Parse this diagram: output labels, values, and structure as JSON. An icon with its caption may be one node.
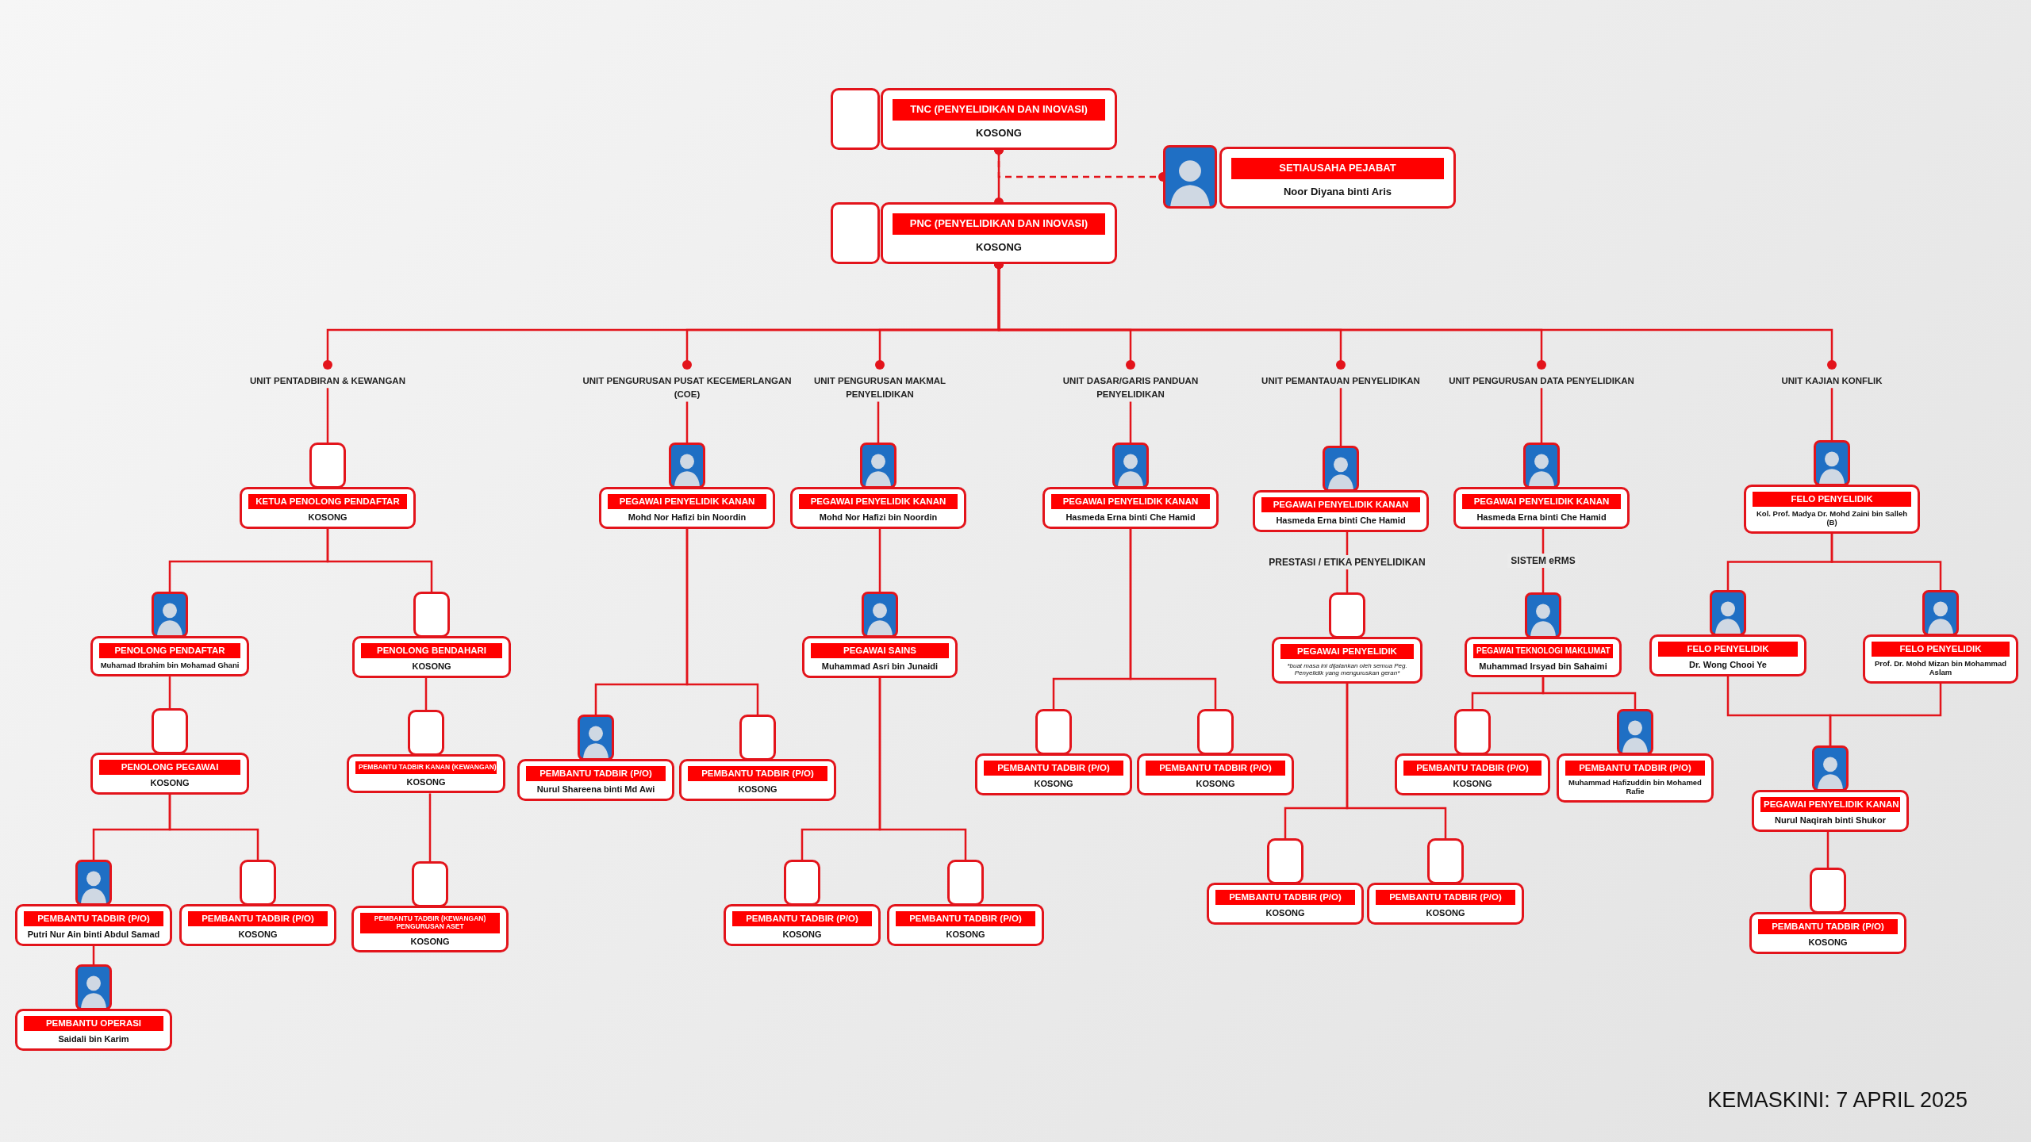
{
  "diagram": {
    "nodes": [
      {
        "text": [],
        "shape": "box"
      },
      {
        "text": [
          "TNC (PENYELIDIKAN DAN INOVASI)",
          "KOSONG"
        ]
      },
      {
        "text": [],
        "shape": "picture"
      },
      {
        "text": [
          "SETIAUSAHA PEJABAT",
          "Noor Diyana binti Aris"
        ]
      },
      {
        "text": [],
        "shape": "box"
      },
      {
        "text": [
          "PNC (PENYELIDIKAN DAN INOVASI)",
          "KOSONG"
        ]
      },
      {
        "text": [
          "UNIT PENTADBIRAN & KEWANGAN"
        ]
      },
      {
        "text": [
          "UNIT PENGURUSAN PUSAT KECEMERLANGAN (COE)"
        ]
      },
      {
        "text": [
          "UNIT PENGURUSAN MAKMAL PENYELIDIKAN"
        ]
      },
      {
        "text": [
          "UNIT DASAR/GARIS PANDUAN PENYELIDIKAN"
        ]
      },
      {
        "text": [
          "UNIT PEMANTAUAN PENYELIDIKAN"
        ]
      },
      {
        "text": [
          "UNIT PENGURUSAN DATA PENYELIDIKAN"
        ]
      },
      {
        "text": [
          "UNIT KAJIAN KONFLIK"
        ]
      },
      {
        "text": [],
        "shape": "box"
      },
      {
        "text": [
          "KETUA PENOLONG PENDAFTAR",
          "KOSONG"
        ]
      },
      {
        "text": [],
        "shape": "picture"
      },
      {
        "text": [
          "PENOLONG PENDAFTAR",
          "Muhamad Ibrahim bin Mohamad Ghani"
        ]
      },
      {
        "text": [],
        "shape": "box"
      },
      {
        "text": [
          "PENOLONG BENDAHARI",
          "KOSONG"
        ]
      },
      {
        "text": [],
        "shape": "box"
      },
      {
        "text": [
          "PENOLONG PEGAWAI",
          "KOSONG"
        ]
      },
      {
        "text": [],
        "shape": "box"
      },
      {
        "text": [
          "PEMBANTU TADBIR KANAN (KEWANGAN)",
          "KOSONG"
        ]
      },
      {
        "text": [],
        "shape": "picture"
      },
      {
        "text": [
          "PEMBANTU TADBIR (P/O)",
          "Putri Nur Ain binti Abdul Samad"
        ]
      },
      {
        "text": [],
        "shape": "box"
      },
      {
        "text": [
          "PEMBANTU TADBIR (P/O)",
          "KOSONG"
        ]
      },
      {
        "text": [],
        "shape": "box"
      },
      {
        "text": [
          "PEMBANTU TADBIR (KEWANGAN) PENGURUSAN ASET",
          "KOSONG"
        ]
      },
      {
        "text": [],
        "shape": "picture"
      },
      {
        "text": [
          "PEMBANTU OPERASI",
          "Saidali bin Karim"
        ]
      },
      {
        "text": [],
        "shape": "picture"
      },
      {
        "text": [
          "PEGAWAI PENYELIDIK KANAN",
          "Mohd Nor Hafizi bin Noordin"
        ]
      },
      {
        "text": [],
        "shape": "picture"
      },
      {
        "text": [
          "PEMBANTU TADBIR (P/O)",
          "Nurul Shareena binti Md Awi"
        ]
      },
      {
        "text": [],
        "shape": "box"
      },
      {
        "text": [
          "PEMBANTU TADBIR (P/O)",
          "KOSONG"
        ]
      },
      {
        "text": [],
        "shape": "picture"
      },
      {
        "text": [
          "PEGAWAI PENYELIDIK KANAN",
          "Mohd Nor Hafizi bin Noordin"
        ]
      },
      {
        "text": [],
        "shape": "picture"
      },
      {
        "text": [
          "PEGAWAI SAINS",
          "Muhammad Asri bin Junaidi"
        ]
      },
      {
        "text": [],
        "shape": "box"
      },
      {
        "text": [
          "PEMBANTU TADBIR (P/O)",
          "KOSONG"
        ]
      },
      {
        "text": [],
        "shape": "box"
      },
      {
        "text": [
          "PEMBANTU TADBIR (P/O)",
          "KOSONG"
        ]
      },
      {
        "text": [],
        "shape": "picture"
      },
      {
        "text": [
          "PEGAWAI PENYELIDIK KANAN",
          "Hasmeda Erna binti Che Hamid"
        ]
      },
      {
        "text": [],
        "shape": "box"
      },
      {
        "text": [
          "PEMBANTU TADBIR (P/O)",
          "KOSONG"
        ]
      },
      {
        "text": [],
        "shape": "box"
      },
      {
        "text": [
          "PEMBANTU TADBIR (P/O)",
          "KOSONG"
        ]
      },
      {
        "text": [],
        "shape": "picture"
      },
      {
        "text": [
          "PEGAWAI PENYELIDIK KANAN",
          "Hasmeda Erna binti Che Hamid"
        ]
      },
      {
        "text": [],
        "shape": "box"
      },
      {
        "text": [
          "PEGAWAI PENYELIDIK",
          "*buat masa ini dijalankan oleh semua Peg. Penyelidik yang menguruskan geran*"
        ]
      },
      {
        "text": [],
        "shape": "box"
      },
      {
        "text": [
          "PEMBANTU TADBIR (P/O)",
          "KOSONG"
        ]
      },
      {
        "text": [],
        "shape": "box"
      },
      {
        "text": [
          "PEMBANTU TADBIR (P/O)",
          "KOSONG"
        ]
      },
      {
        "text": [],
        "shape": "picture"
      },
      {
        "text": [
          "PEGAWAI PENYELIDIK KANAN",
          "Hasmeda Erna binti Che Hamid"
        ]
      },
      {
        "text": [],
        "shape": "picture"
      },
      {
        "text": [
          "PEGAWAI TEKNOLOGI MAKLUMAT",
          "Muhammad Irsyad bin Sahaimi"
        ]
      },
      {
        "text": [],
        "shape": "box"
      },
      {
        "text": [
          "PEMBANTU TADBIR (P/O)",
          "KOSONG"
        ]
      },
      {
        "text": [],
        "shape": "picture"
      },
      {
        "text": [
          "PEMBANTU TADBIR (P/O)",
          "Muhammad Hafizuddin bin Mohamed Rafie"
        ]
      },
      {
        "text": [],
        "shape": "picture"
      },
      {
        "text": [
          "FELO PENYELIDIK",
          "Kol. Prof. Madya Dr. Mohd Zaini bin Salleh (B)"
        ]
      },
      {
        "text": [],
        "shape": "picture"
      },
      {
        "text": [
          "FELO PENYELIDIK",
          "Dr. Wong Chooi Ye"
        ]
      },
      {
        "text": [],
        "shape": "picture"
      },
      {
        "text": [
          "FELO PENYELIDIK",
          "Prof. Dr. Mohd Mizan bin Mohammad Aslam"
        ]
      },
      {
        "text": [],
        "shape": "picture"
      },
      {
        "text": [
          "PEGAWAI PENYELIDIK KANAN",
          "Nurul Naqirah binti Shukor"
        ]
      },
      {
        "text": [],
        "shape": "box"
      },
      {
        "text": [
          "PEMBANTU TADBIR (P/O)",
          "KOSONG"
        ]
      }
    ],
    "edges": [
      {
        "from": 1,
        "to": 5,
        "arrow": "other"
      },
      {
        "from": 1,
        "to": 2,
        "arrow": "other",
        "style": "dashed"
      },
      {
        "from": 5,
        "to": 6,
        "arrow": "other"
      },
      {
        "from": 5,
        "to": 7,
        "arrow": "other"
      },
      {
        "from": 5,
        "to": 8,
        "arrow": "other"
      },
      {
        "from": 5,
        "to": 9,
        "arrow": "other"
      },
      {
        "from": 5,
        "to": 10,
        "arrow": "other"
      },
      {
        "from": 5,
        "to": 11,
        "arrow": "other"
      },
      {
        "from": 5,
        "to": 12,
        "arrow": "other"
      },
      {
        "from": 6,
        "to": 13,
        "arrow": "none"
      },
      {
        "from": 14,
        "to": 15,
        "arrow": "none"
      },
      {
        "from": 14,
        "to": 17,
        "arrow": "none"
      },
      {
        "from": 16,
        "to": 19,
        "arrow": "none"
      },
      {
        "from": 18,
        "to": 21,
        "arrow": "none"
      },
      {
        "from": 20,
        "to": 23,
        "arrow": "none"
      },
      {
        "from": 20,
        "to": 25,
        "arrow": "none"
      },
      {
        "from": 22,
        "to": 27,
        "arrow": "none"
      },
      {
        "from": 24,
        "to": 29,
        "arrow": "none"
      },
      {
        "from": 7,
        "to": 31,
        "arrow": "none"
      },
      {
        "from": 32,
        "to": 33,
        "arrow": "none"
      },
      {
        "from": 32,
        "to": 35,
        "arrow": "none"
      },
      {
        "from": 8,
        "to": 37,
        "arrow": "none"
      },
      {
        "from": 38,
        "to": 39,
        "arrow": "none"
      },
      {
        "from": 40,
        "to": 41,
        "arrow": "none"
      },
      {
        "from": 40,
        "to": 43,
        "arrow": "none"
      },
      {
        "from": 9,
        "to": 45,
        "arrow": "none"
      },
      {
        "from": 46,
        "to": 47,
        "arrow": "none"
      },
      {
        "from": 46,
        "to": 49,
        "arrow": "none"
      },
      {
        "from": 10,
        "to": 51,
        "arrow": "none"
      },
      {
        "from": 52,
        "to": 53,
        "arrow": "none",
        "label": "PRESTASI / ETIKA PENYELIDIKAN"
      },
      {
        "from": 54,
        "to": 55,
        "arrow": "none"
      },
      {
        "from": 54,
        "to": 57,
        "arrow": "none"
      },
      {
        "from": 11,
        "to": 59,
        "arrow": "none"
      },
      {
        "from": 60,
        "to": 61,
        "arrow": "none",
        "label": "SISTEM eRMS"
      },
      {
        "from": 62,
        "to": 63,
        "arrow": "none"
      },
      {
        "from": 62,
        "to": 65,
        "arrow": "none"
      },
      {
        "from": 12,
        "to": 67,
        "arrow": "none"
      },
      {
        "from": 68,
        "to": 69,
        "arrow": "none"
      },
      {
        "from": 68,
        "to": 71,
        "arrow": "none"
      },
      {
        "from": 70,
        "to": 73,
        "arrow": "none"
      },
      {
        "from": 72,
        "to": 73,
        "arrow": "none"
      },
      {
        "from": 74,
        "to": 75,
        "arrow": "none"
      }
    ],
    "labels": [
      "KEMASKINI: 7 APRIL 2025"
    ]
  }
}
